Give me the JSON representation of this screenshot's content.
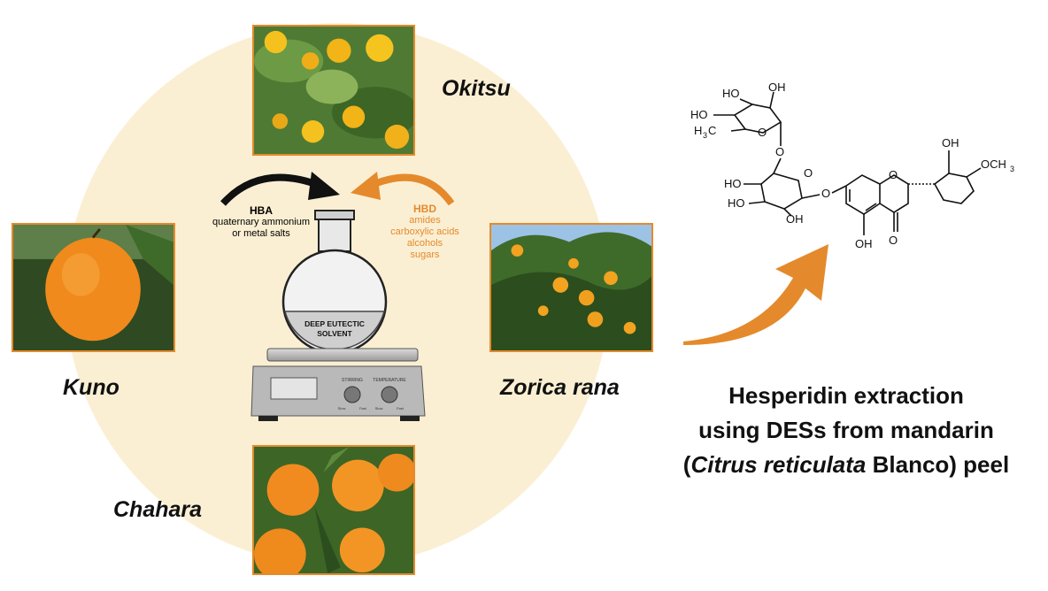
{
  "varieties": {
    "top": "Okitsu",
    "left": "Kuno",
    "right": "Zorica rana",
    "bottom": "Chahara"
  },
  "hba": {
    "title": "HBA",
    "lines": [
      "quaternary ammonium",
      "or metal salts"
    ]
  },
  "hbd": {
    "title": "HBD",
    "lines": [
      "amides",
      "carboxylic acids",
      "alcohols",
      "sugars"
    ]
  },
  "flask_label": [
    "DEEP EUTECTIC",
    "SOLVENT"
  ],
  "stirrer": {
    "labels": [
      "STIRRING",
      "TEMPERATURE"
    ],
    "knob_labels": [
      "Slow",
      "Fast",
      "Slow",
      "Fast"
    ]
  },
  "molecule": {
    "labels": [
      "OH",
      "HO",
      "HO",
      "H",
      "3",
      "C",
      "O",
      "O",
      "OH",
      "OCH",
      "3",
      "O",
      "HO",
      "HO",
      "O",
      "OH",
      "O",
      "O",
      "OH",
      "O"
    ]
  },
  "title": {
    "line1": "Hesperidin extraction",
    "line2": "using DESs from mandarin",
    "line3_paren_open": "(",
    "line3_italic": "Citrus reticulata",
    "line3_rest": " Blanco) peel"
  },
  "colors": {
    "accent_orange": "#e48a2c",
    "circle_bg": "#fbefd3",
    "fruit": "#f08a1c",
    "leaf": "#3f6b2a"
  }
}
